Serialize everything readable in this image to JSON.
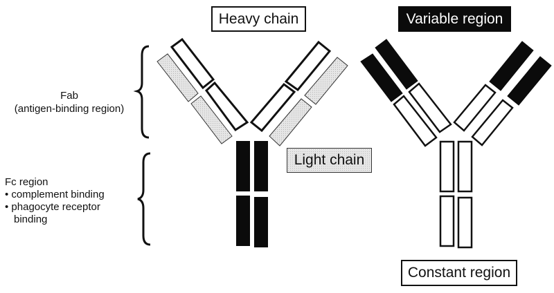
{
  "labels": {
    "heavy_chain": "Heavy chain",
    "variable_region": "Variable region",
    "light_chain": "Light chain",
    "constant_region": "Constant region"
  },
  "fab": {
    "title": "Fab",
    "subtitle": "(antigen-binding region)"
  },
  "fc": {
    "title": "Fc region",
    "items": [
      "• complement binding",
      "• phagocyte receptor",
      "binding"
    ]
  },
  "colors": {
    "outline": "#111111",
    "fill_dark": "#0b0b0b",
    "fill_light": "#e6e6e6",
    "fill_white": "#ffffff"
  },
  "legend": [
    {
      "key": "heavy_chain",
      "style": "white-thick-outline"
    },
    {
      "key": "light_chain",
      "style": "dotted-gray"
    },
    {
      "key": "variable_region",
      "style": "solid-black"
    },
    {
      "key": "constant_region",
      "style": "white-outline"
    }
  ]
}
